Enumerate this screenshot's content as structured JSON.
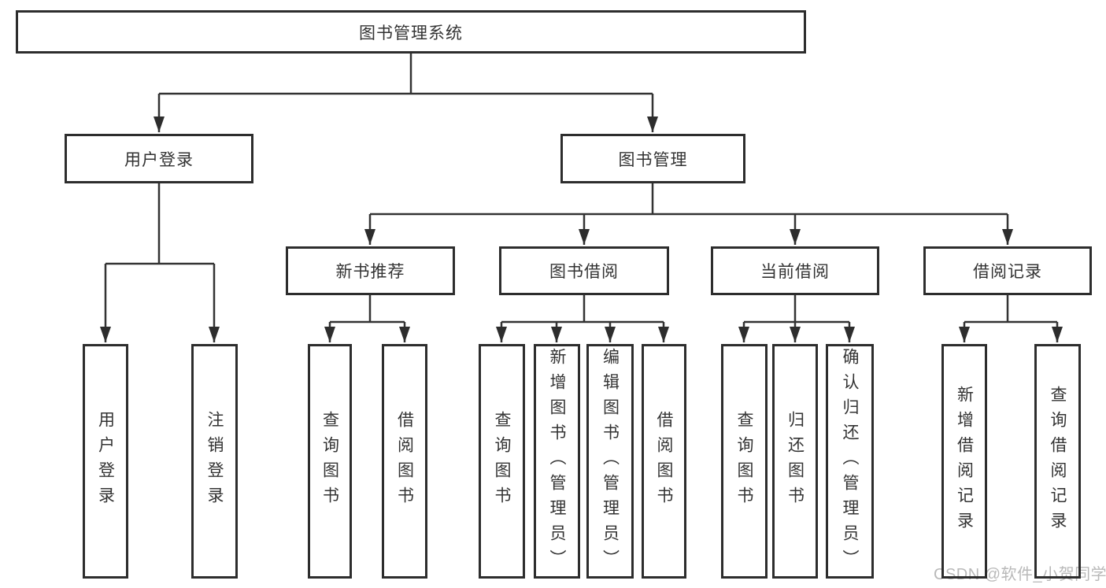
{
  "tree": {
    "label": "图书管理系统",
    "children": [
      {
        "label": "用户登录",
        "children": [
          {
            "label": "用户登录"
          },
          {
            "label": "注销登录"
          }
        ]
      },
      {
        "label": "图书管理",
        "children": [
          {
            "label": "新书推荐",
            "children": [
              {
                "label": "查询图书"
              },
              {
                "label": "借阅图书"
              }
            ]
          },
          {
            "label": "图书借阅",
            "children": [
              {
                "label": "查询图书"
              },
              {
                "label": "新增图书（管理员）"
              },
              {
                "label": "编辑图书（管理员）"
              },
              {
                "label": "借阅图书"
              }
            ]
          },
          {
            "label": "当前借阅",
            "children": [
              {
                "label": "查询图书"
              },
              {
                "label": "归还图书"
              },
              {
                "label": "确认归还（管理员）"
              }
            ]
          },
          {
            "label": "借阅记录",
            "children": [
              {
                "label": "新增借阅记录"
              },
              {
                "label": "查询借阅记录"
              }
            ]
          }
        ]
      }
    ]
  },
  "watermark": "CSDN @软件_小贺同学",
  "colors": {
    "line": "#333333",
    "arrow": "#2d2d2d",
    "box_border": "#2d2d2d",
    "text": "#333333",
    "watermark": "#b9b9b9"
  }
}
